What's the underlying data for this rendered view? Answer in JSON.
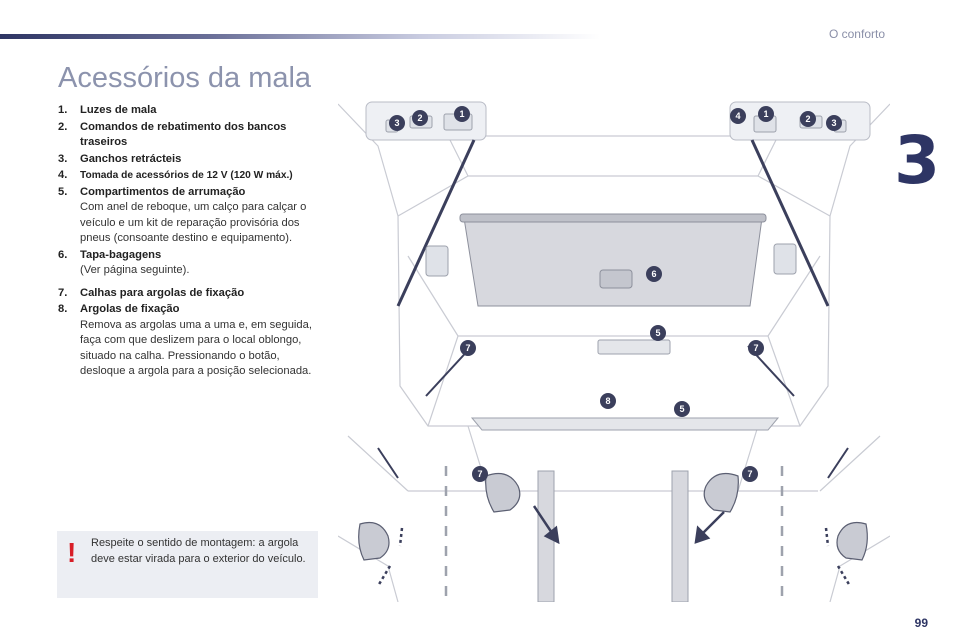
{
  "header": {
    "section": "O conforto",
    "chapter": "3"
  },
  "page_title": "Acessórios da mala",
  "items": [
    {
      "num": "1.",
      "title": "Luzes de mala",
      "desc": ""
    },
    {
      "num": "2.",
      "title": "Comandos de rebatimento dos bancos traseiros",
      "desc": ""
    },
    {
      "num": "3.",
      "title": "Ganchos retrácteis",
      "desc": ""
    },
    {
      "num": "4.",
      "title": "Tomada de acessórios de 12 V (120 W máx.)",
      "desc": ""
    },
    {
      "num": "5.",
      "title": "Compartimentos de arrumação",
      "desc": "Com anel de reboque, um calço para calçar o veículo e um kit de reparação provisória dos pneus (consoante destino e equipamento)."
    },
    {
      "num": "6.",
      "title": "Tapa-bagagens",
      "desc": "(Ver página seguinte)."
    },
    {
      "num": "7.",
      "title": "Calhas para argolas de fixação",
      "desc": ""
    },
    {
      "num": "8.",
      "title": "Argolas de fixação",
      "desc": "Remova as argolas uma a uma e, em seguida, faça com que deslizem para o local oblongo, situado na calha. Pressionando o botão, desloque a argola para a posição selecionada."
    }
  ],
  "warning": {
    "icon": "exclamation-icon",
    "symbol": "!",
    "text": "Respeite o sentido de montagem: a argola deve estar virada para o exterior do veículo."
  },
  "callouts": {
    "c1": "1",
    "c2": "2",
    "c3": "3",
    "c4": "4",
    "c5": "5",
    "c6": "6",
    "c7": "7",
    "c8": "8"
  },
  "page_number": "99",
  "colors": {
    "accent": "#2e3564",
    "title": "#8c93ad",
    "warning": "#d81e27",
    "box": "#eceef3"
  }
}
